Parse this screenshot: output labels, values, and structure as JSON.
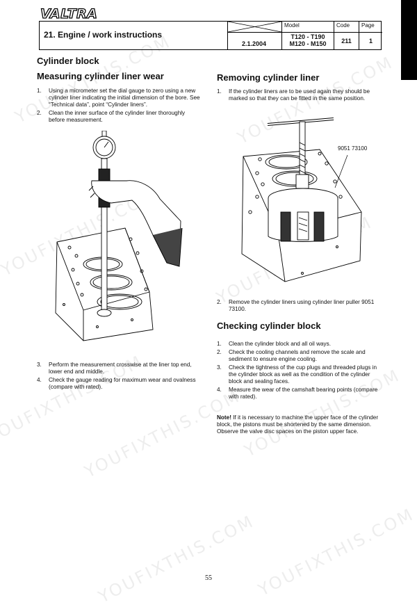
{
  "brand": {
    "logo_text": "VALTRA"
  },
  "header": {
    "section_title": "21. Engine / work instructions",
    "date": "2.1.2004",
    "model_label": "Model",
    "model_line1": "T120 - T190",
    "model_line2": "M120 - M150",
    "code_label": "Code",
    "code_value": "211",
    "page_label": "Page",
    "page_value": "1"
  },
  "left": {
    "section_title": "Cylinder block",
    "subtitle": "Measuring cylinder liner wear",
    "steps_a": [
      {
        "num": "1.",
        "text": "Using a micrometer set the dial gauge to zero using a new cylinder liner indicating the initial dimension of the bore. See “Technical data”, point “Cylinder liners”."
      },
      {
        "num": "2.",
        "text": "Clean the inner surface of the cylinder liner thoroughly before measurement."
      }
    ],
    "steps_b": [
      {
        "num": "3.",
        "text": "Perform the measurement crosswise at the liner top end, lower end and middle."
      },
      {
        "num": "4.",
        "text": "Check the gauge reading  for maximum wear and ovalness (compare with rated)."
      }
    ]
  },
  "right": {
    "subtitle": "Removing cylinder liner",
    "steps_a": [
      {
        "num": "1.",
        "text": "If the cylinder liners are to be used again they should be marked so that they can be fitted in the same position."
      }
    ],
    "figure_label": "9051 73100",
    "steps_b": [
      {
        "num": "2.",
        "text": "Remove the cylinder liners using cylinder liner puller 9051 73100."
      }
    ],
    "subtitle2": "Checking cylinder block",
    "steps_c": [
      {
        "num": "1.",
        "text": "Clean the cylinder block and all oil ways."
      },
      {
        "num": "2.",
        "text": "Check the cooling channels and remove the scale and sediment to ensure engine cooling."
      },
      {
        "num": "3.",
        "text": "Check the tightness of the cup plugs and threaded plugs in the cylinder block as well as the condition of the cylinder block and sealing faces."
      },
      {
        "num": "4.",
        "text": "Measure the wear of the camshaft bearing points (compare with rated)."
      }
    ],
    "note_label": "Note!",
    "note_text": " If it is necessary to machine the upper face of the cylinder block, the pistons must be shortened by the same dimension. Observe the valve disc spaces on the piston upper face."
  },
  "watermark": "YOUFIXTHIS.COM",
  "page_number": "55"
}
